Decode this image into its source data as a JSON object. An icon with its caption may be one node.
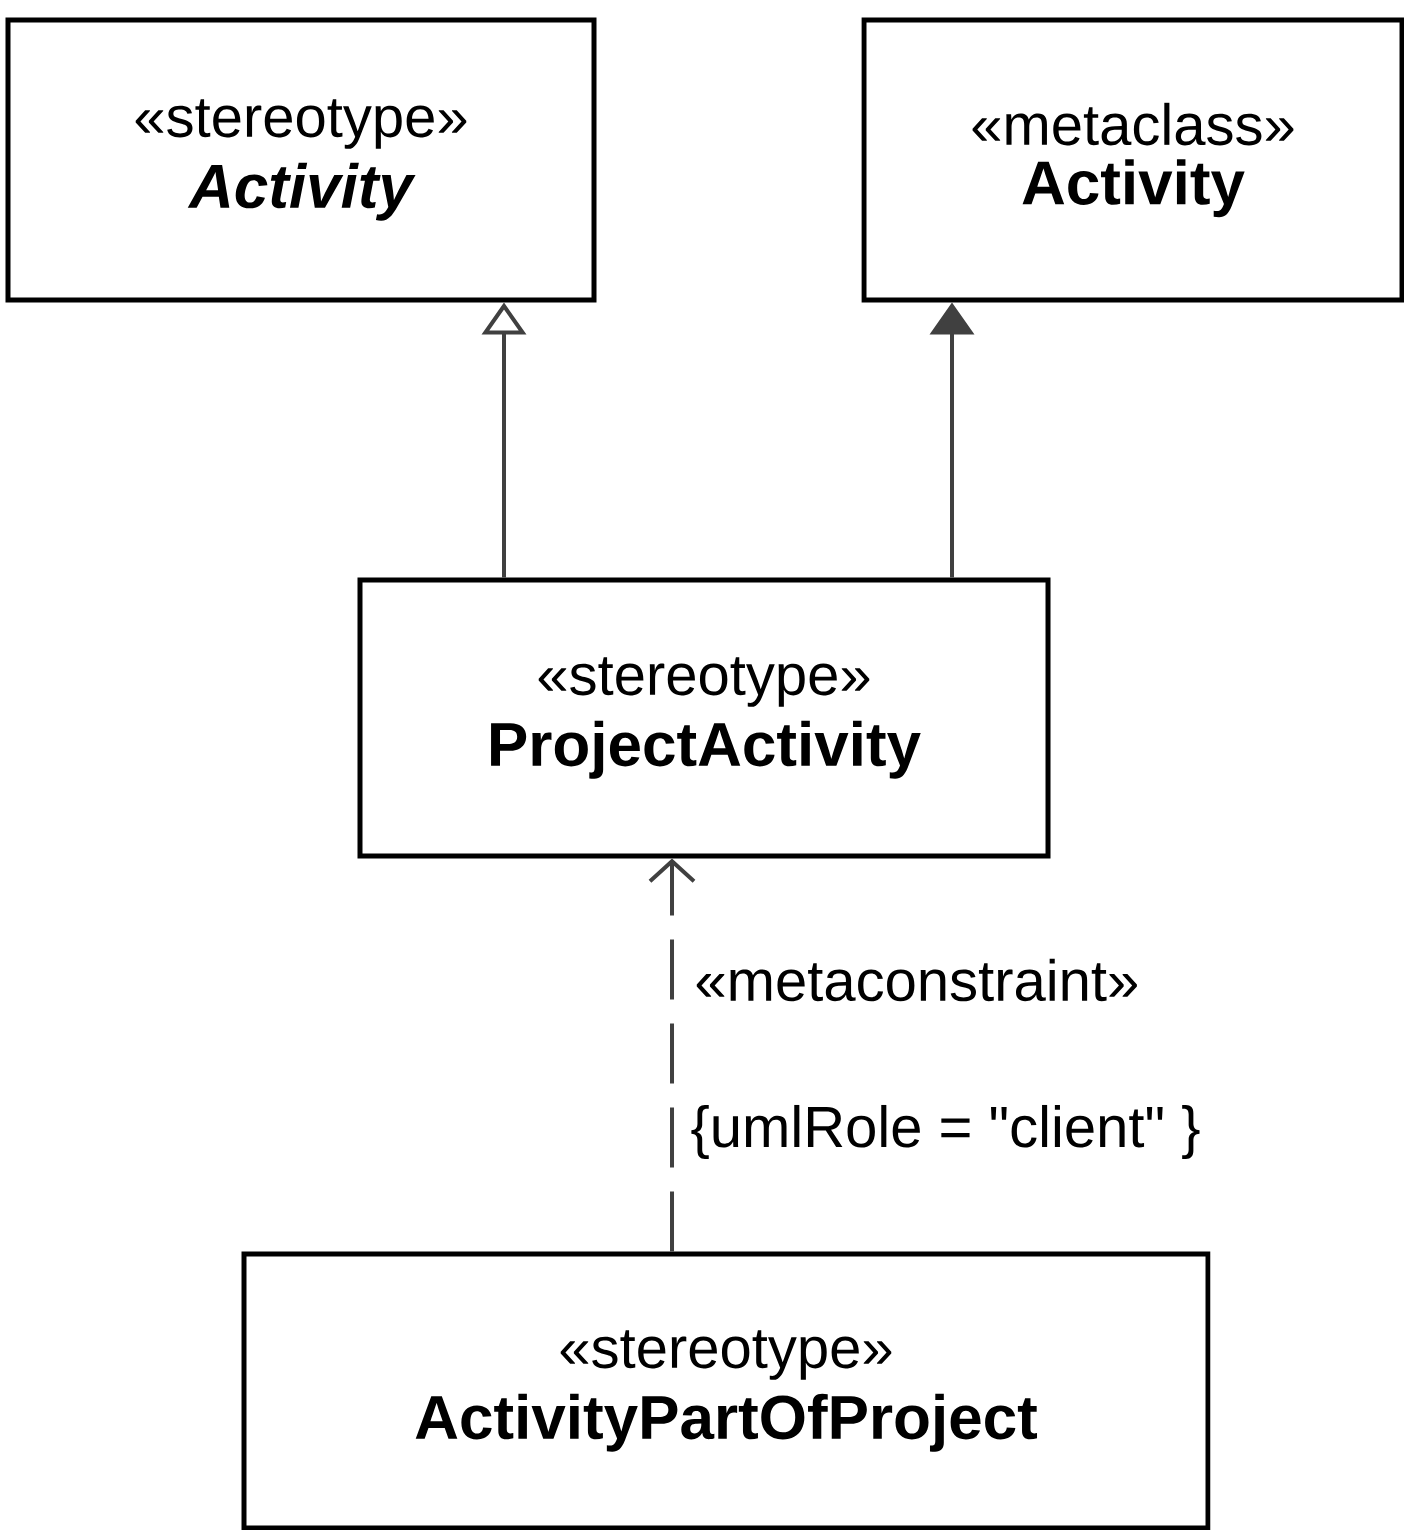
{
  "diagram": {
    "nodes": [
      {
        "text": [
          "«stereotype»",
          "Activity"
        ]
      },
      {
        "text": [
          "«metaclass»",
          "Activity"
        ]
      },
      {
        "text": [
          "«stereotype»",
          "ProjectActivity"
        ]
      },
      {
        "text": [
          "«stereotype»",
          "ActivityPartOfProject"
        ]
      }
    ],
    "edges": [
      {
        "from": 2,
        "to": 0,
        "arrow": "to"
      },
      {
        "from": 2,
        "to": 1,
        "arrow": "to"
      },
      {
        "from": 3,
        "to": 2,
        "arrow": "to",
        "label": "«metaconstraint»",
        "style": "dashed"
      }
    ],
    "labels": [
      "{umlRole = \"client\" }"
    ]
  }
}
